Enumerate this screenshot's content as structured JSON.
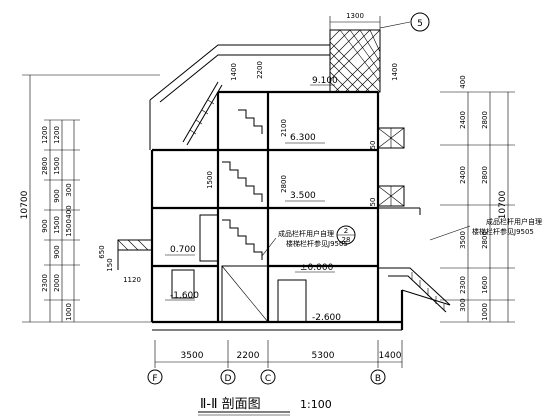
{
  "drawing": {
    "title": "Ⅱ-Ⅱ 剖面图",
    "scale": "1:100",
    "axis_marks": [
      "F",
      "D",
      "C",
      "B"
    ],
    "bottom_dims": [
      "3500",
      "2200",
      "5300",
      "1400"
    ],
    "top_dim": "1300",
    "detail_ref": "5",
    "section_ref_top": "2",
    "section_ref_bottom": "28",
    "elevations": {
      "e9100": "9.100",
      "e6300": "6.300",
      "e3500": "3.500",
      "e0700": "0.700",
      "e0000": "±0.000",
      "em1600": "-1.600",
      "em2600": "-2.600"
    },
    "left_dims": {
      "total": "10700",
      "a1": "1200",
      "a2": "2800",
      "a3": "300",
      "a4": "900",
      "a5": "1500",
      "a6": "2300",
      "a7": "1000",
      "b1": "1200",
      "b2": "1500",
      "b3": "900",
      "b4": "400",
      "b5": "1500",
      "b6": "900",
      "b7": "2000"
    },
    "right_dims": {
      "total": "10700",
      "c1": "400",
      "c2": "2400",
      "c3": "2400",
      "c4": "3500",
      "c5": "1600",
      "c6": "1000",
      "d1": "2800",
      "d2": "2800",
      "d3": "2800",
      "d4": "2300",
      "d5": "300"
    },
    "inner_dims": {
      "i1": "1400",
      "i2": "2200",
      "i3": "1400",
      "i4": "2100",
      "i5": "2800",
      "i6": "1500",
      "i7": "150",
      "i8": "650",
      "i9": "50",
      "i10": "50",
      "i11": "1120"
    },
    "notes": {
      "note_left_1": "成品栏杆用户自理",
      "note_left_2": "楼梯栏杆参见J9505",
      "note_right_1": "成品栏杆用户自理",
      "note_right_2": "楼梯栏杆参见J9505"
    }
  }
}
